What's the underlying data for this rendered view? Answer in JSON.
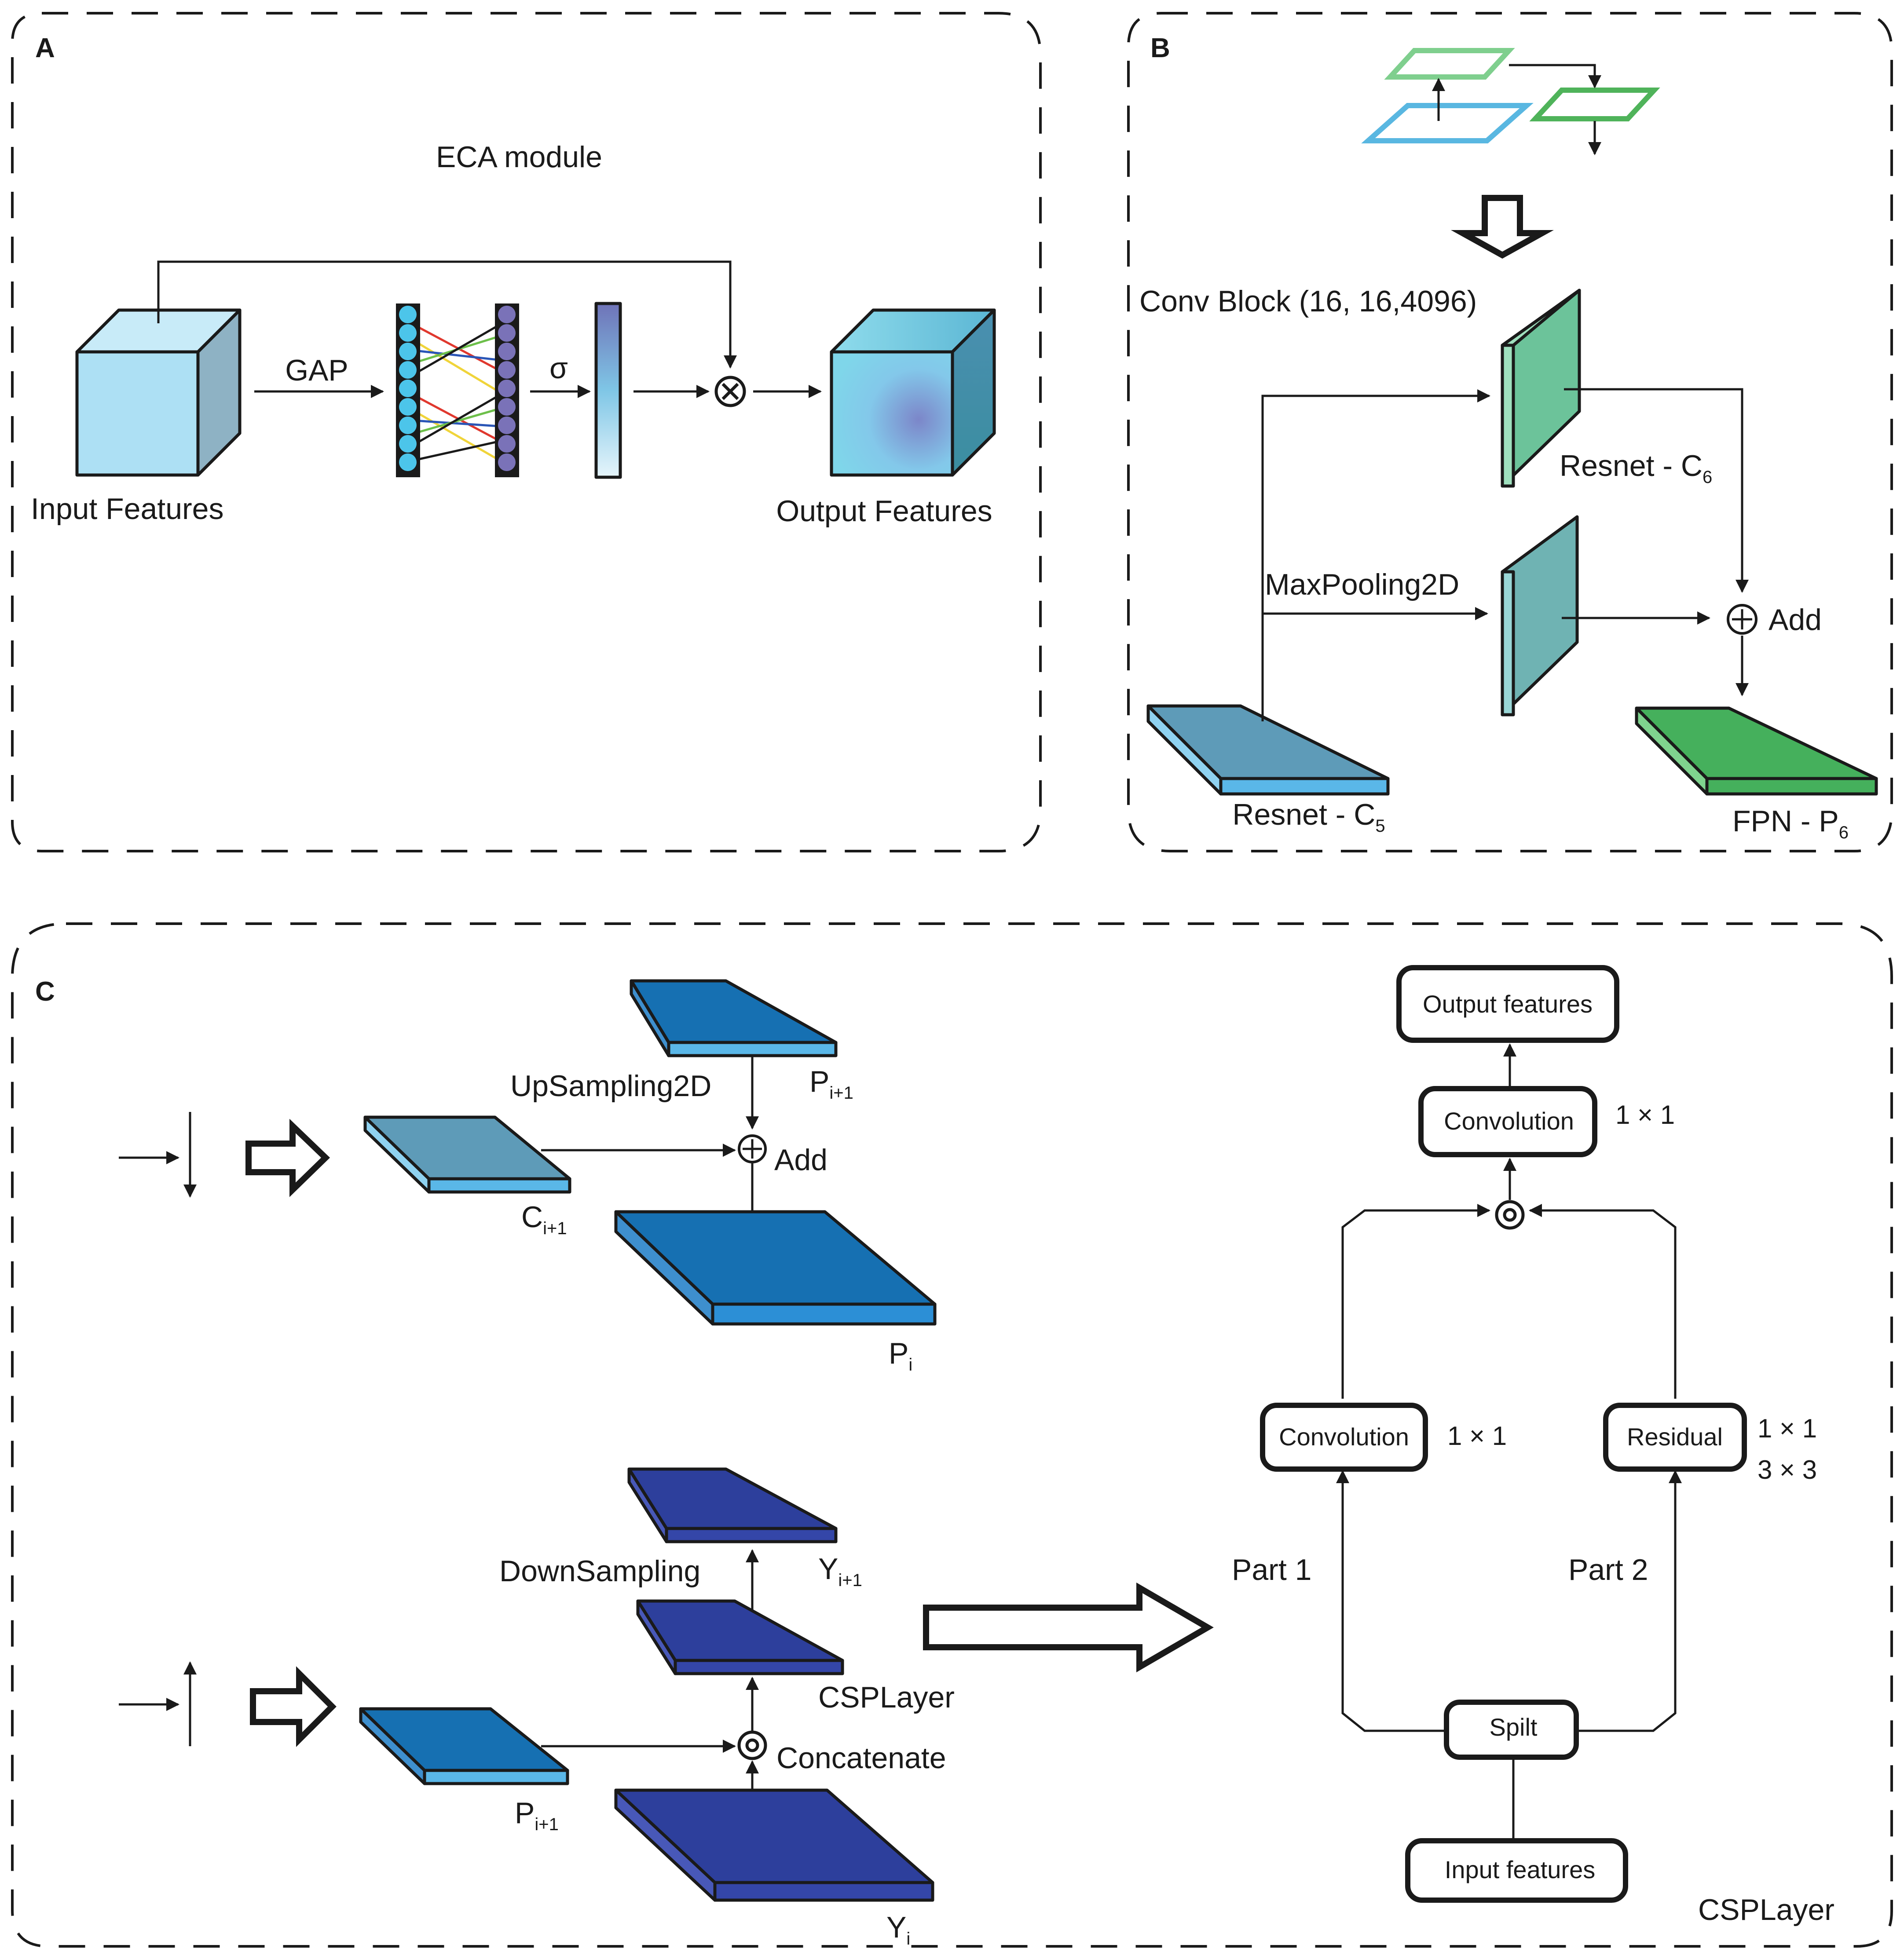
{
  "panels": {
    "a": "A",
    "b": "B",
    "c": "C"
  },
  "panel_a": {
    "title": "ECA module",
    "input_label": "Input Features",
    "output_label": "Output Features",
    "gap_label": "GAP",
    "sigma_label": "σ",
    "multiply_symbol": "⊗"
  },
  "panel_b": {
    "conv_block_label": "Conv Block (16, 16,4096)",
    "resnet_c6": {
      "base": "Resnet - C",
      "sub": "6"
    },
    "maxpool_label": "MaxPooling2D",
    "add_label": "Add",
    "resnet_c5": {
      "base": "Resnet - C",
      "sub": "5"
    },
    "fpn_p6": {
      "base": "FPN - P",
      "sub": "6"
    }
  },
  "panel_c": {
    "upsampling_label": "UpSampling2D",
    "p_next_top": {
      "base": "P",
      "sub": "i+1"
    },
    "add_label": "Add",
    "c_next": {
      "base": "C",
      "sub": "i+1"
    },
    "p_i": {
      "base": "P",
      "sub": "i"
    },
    "downsampling_label": "DownSampling",
    "y_next": {
      "base": "Y",
      "sub": "i+1"
    },
    "csplayer_label": "CSPLayer",
    "concatenate_label": "Concatenate",
    "p_next_bottom": {
      "base": "P",
      "sub": "i+1"
    },
    "y_i": {
      "base": "Y",
      "sub": "i"
    },
    "csp": {
      "output_features": "Output features",
      "convolution_top": "Convolution",
      "kernel_top": "1 × 1",
      "convolution_left": "Convolution",
      "kernel_left": "1 × 1",
      "residual": "Residual",
      "residual_kernel_1": "1 × 1",
      "residual_kernel_2": "3 × 3",
      "part1": "Part 1",
      "part2": "Part 2",
      "split": "Spilt",
      "input_features": "Input features",
      "footer": "CSPLayer"
    }
  },
  "colors": {
    "input_cube": "#a9dcf2",
    "c6_green": "#6cc39a",
    "fpn_green": "#45b05c",
    "resnet_c5": "#5e9bb8",
    "maxpool_teal": "#6fb3b3",
    "blue_layer": "#1670b2",
    "navy_layer": "#2d3f9c",
    "light_blue_edge": "#5ab7e8"
  }
}
